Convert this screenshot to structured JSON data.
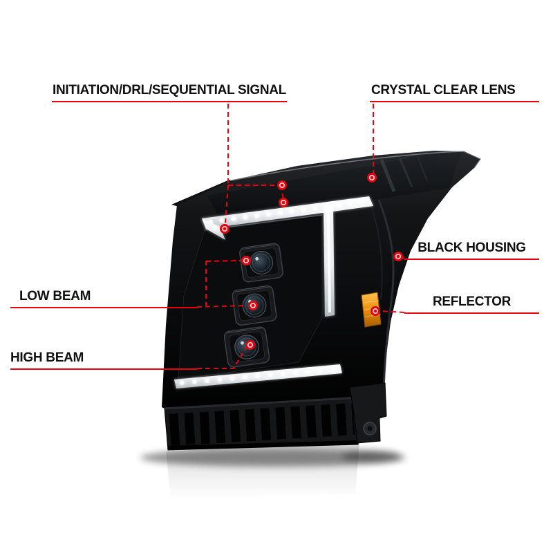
{
  "figure": {
    "subject": "projector-headlight-product-callout-diagram",
    "colors": {
      "annotation_red": "#e8000d",
      "label_text": "#101010",
      "housing_black": "#0a0c0d",
      "drl_white": "#ffffff",
      "reflector_amber": "#f09413",
      "background": "#ffffff"
    }
  },
  "annotations": {
    "labels": [
      {
        "id": "signal",
        "text": "INITIATION/DRL/SEQUENTIAL SIGNAL"
      },
      {
        "id": "lens",
        "text": "CRYSTAL CLEAR LENS"
      },
      {
        "id": "housing",
        "text": "BLACK HOUSING"
      },
      {
        "id": "reflector",
        "text": "REFLECTOR"
      },
      {
        "id": "low_beam",
        "text": "LOW BEAM"
      },
      {
        "id": "high_beam",
        "text": "HIGH BEAM"
      }
    ],
    "marker_count": 9
  }
}
